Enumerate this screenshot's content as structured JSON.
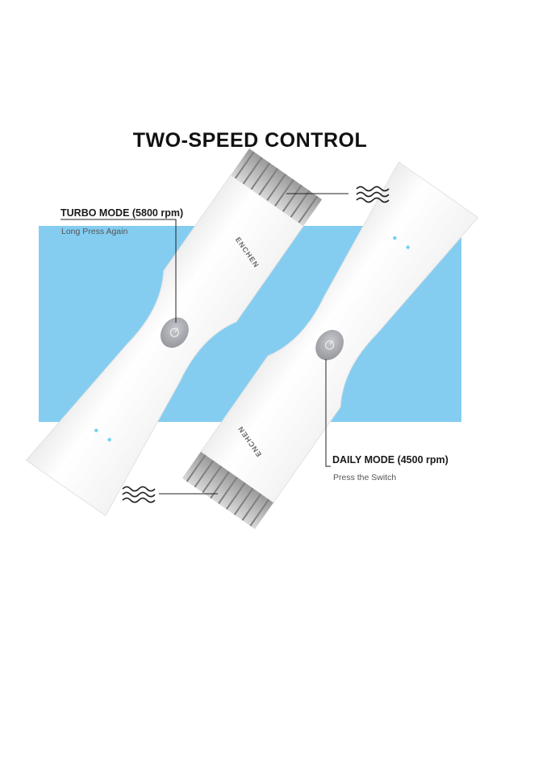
{
  "title": "TWO-SPEED CONTROL",
  "turbo": {
    "title": "TURBO MODE (5800 rpm)",
    "subtitle": "Long Press Again"
  },
  "daily": {
    "title": "DAILY MODE (4500 rpm)",
    "subtitle": "Press the Switch"
  },
  "brand": "ENCHEN",
  "colors": {
    "band": "#84cdf1",
    "device_body": "#ffffff",
    "button": "#a6a8ad",
    "indicator": "#6fd2f0",
    "text": "#111111"
  },
  "icons": [
    "vibration-waves-icon",
    "power-icon"
  ]
}
